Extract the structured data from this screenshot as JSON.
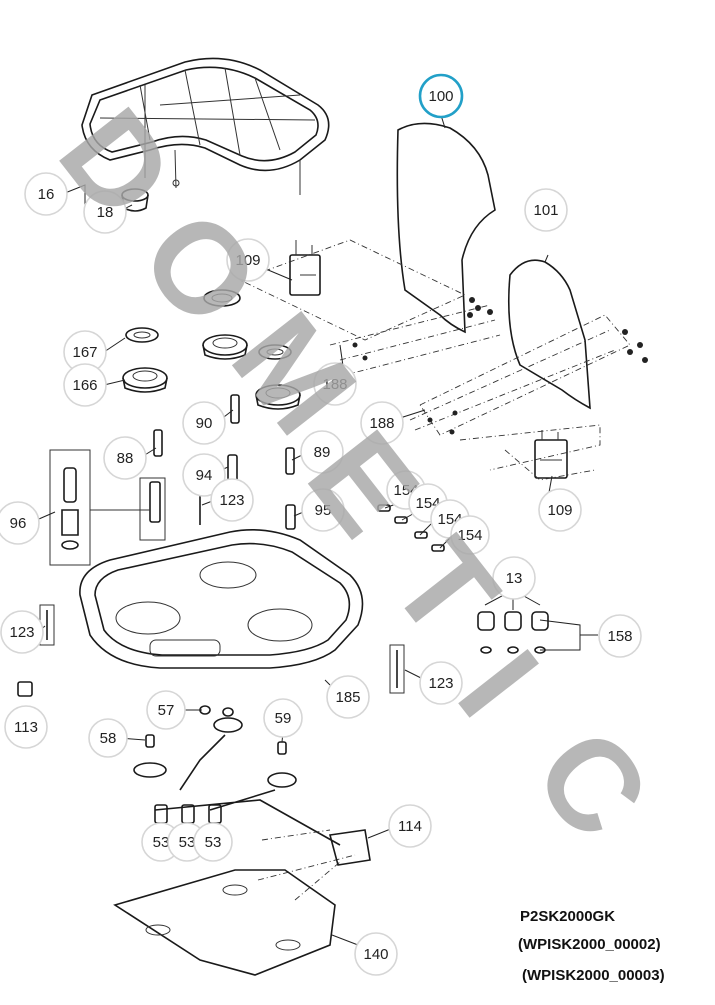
{
  "watermark": "DOMETIC",
  "colors": {
    "line": "#1a1a1a",
    "bubble_border": "#d6d6d6",
    "highlight": "#22a0c8",
    "watermark": "#a8a8a8"
  },
  "callouts": [
    {
      "label": "100",
      "highlighted": true
    },
    {
      "label": "101"
    },
    {
      "label": "16"
    },
    {
      "label": "18"
    },
    {
      "label": "109"
    },
    {
      "label": "167"
    },
    {
      "label": "166"
    },
    {
      "label": "188"
    },
    {
      "label": "188"
    },
    {
      "label": "90"
    },
    {
      "label": "88"
    },
    {
      "label": "89"
    },
    {
      "label": "94"
    },
    {
      "label": "123"
    },
    {
      "label": "96"
    },
    {
      "label": "95"
    },
    {
      "label": "154"
    },
    {
      "label": "154"
    },
    {
      "label": "154"
    },
    {
      "label": "154"
    },
    {
      "label": "109"
    },
    {
      "label": "13"
    },
    {
      "label": "158"
    },
    {
      "label": "123"
    },
    {
      "label": "123"
    },
    {
      "label": "185"
    },
    {
      "label": "113"
    },
    {
      "label": "57"
    },
    {
      "label": "58"
    },
    {
      "label": "59"
    },
    {
      "label": "53"
    },
    {
      "label": "53"
    },
    {
      "label": "53"
    },
    {
      "label": "114"
    },
    {
      "label": "140"
    }
  ],
  "model": {
    "name": "P2SK2000GK",
    "code1": "(WPISK2000_00002)",
    "code2": "(WPISK2000_00003)"
  }
}
